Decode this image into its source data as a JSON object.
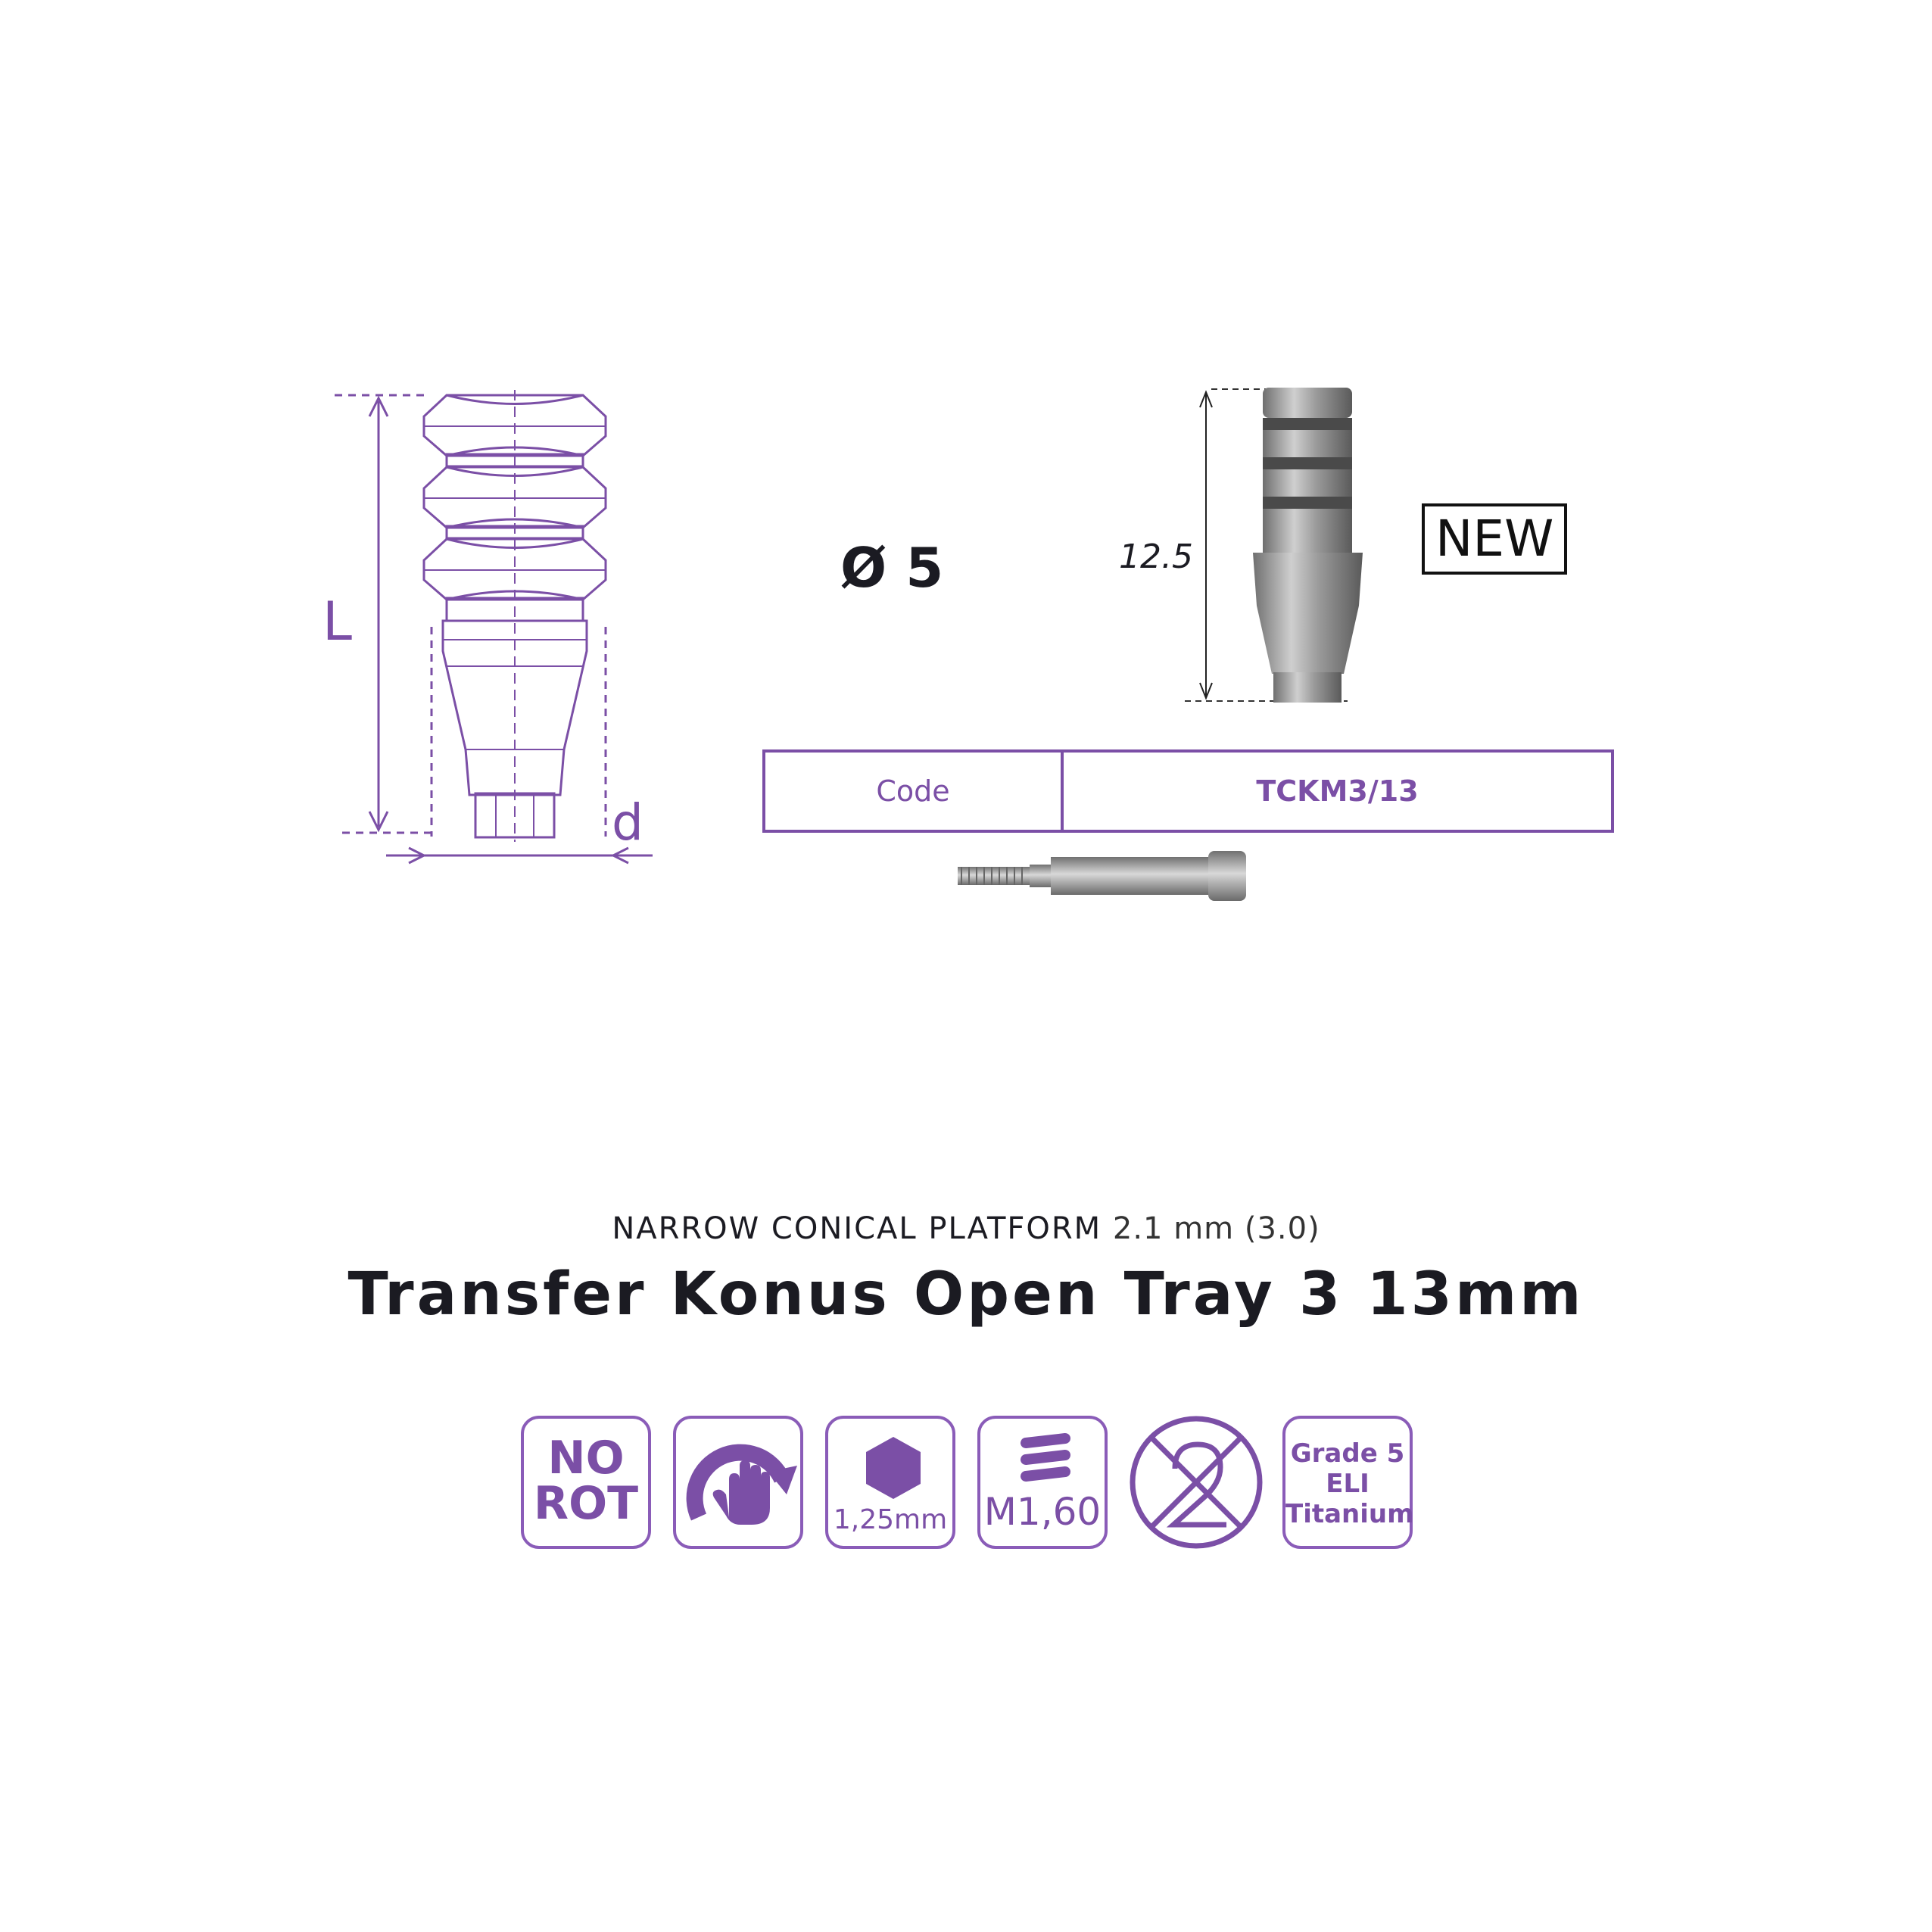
{
  "drawing": {
    "length_label": "L",
    "diameter_label": "d"
  },
  "diameter_spec": "Ø 5",
  "dimension": "12.5",
  "badge": "NEW",
  "code_table": {
    "header": "Code",
    "value": "TCKM3/13"
  },
  "platform": {
    "name": "NARROW CONICAL PLATFORM",
    "size": "2.1 mm (3.0)"
  },
  "product_title": "Transfer Konus Open Tray 3 13mm",
  "features": {
    "no_rot_line1": "NO",
    "no_rot_line2": "ROT",
    "hex_size": "1,25mm",
    "thread": "M1,60",
    "grade_line1": "Grade 5",
    "grade_line2": "ELI",
    "grade_line3": "Titanium"
  },
  "colors": {
    "accent": "#7b4fa6",
    "text_dark": "#1b1b22"
  },
  "icons": [
    "hex-key-icon",
    "torque-hand-icon",
    "hexagon-icon",
    "thread-icon",
    "single-use-icon"
  ]
}
